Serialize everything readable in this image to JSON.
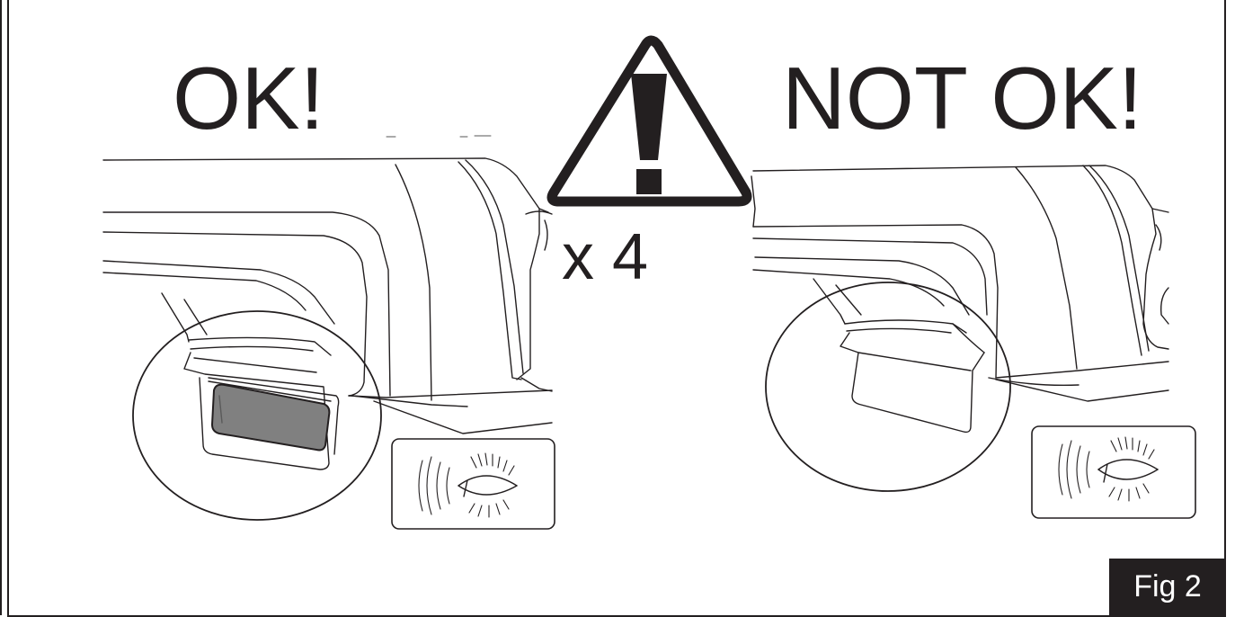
{
  "figure": {
    "ok_label": "OK!",
    "not_ok_label": "NOT OK!",
    "count_label": "x 4",
    "fig_label": "Fig 2"
  },
  "icons": {
    "warning": "warning-triangle-icon",
    "eye": "eye-inspect-icon"
  },
  "colors": {
    "ink": "#231f20",
    "indicator_fill": "#808080"
  }
}
